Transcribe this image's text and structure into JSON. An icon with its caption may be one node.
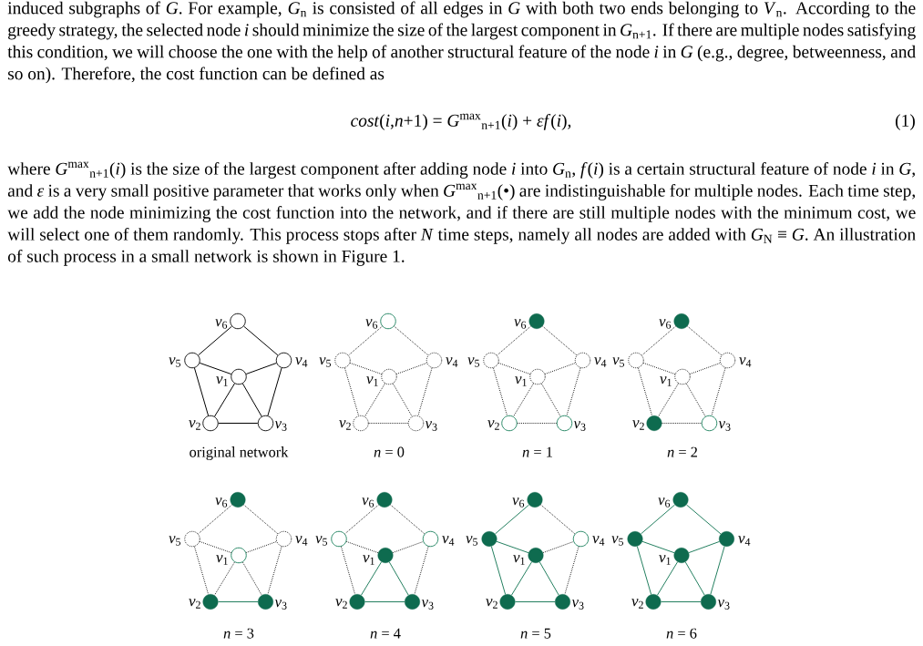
{
  "diagram": {
    "nodes": [
      {
        "text": [
          "*v*$_{6}$"
        ]
      },
      {
        "text": [
          "*v*$_{5}$"
        ]
      },
      {
        "text": [
          "*v*$_{4}$"
        ]
      },
      {
        "text": [
          "*v*$_{1}$"
        ]
      },
      {
        "text": [
          "*v*$_{2}$"
        ]
      },
      {
        "text": [
          "*v*$_{3}$"
        ]
      },
      {
        "text": [
          "*v*$_{6}$"
        ]
      },
      {
        "text": [
          "*v*$_{5}$"
        ]
      },
      {
        "text": [
          "*v*$_{4}$"
        ]
      },
      {
        "text": [
          "*v*$_{1}$"
        ]
      },
      {
        "text": [
          "*v*$_{2}$"
        ]
      },
      {
        "text": [
          "*v*$_{3}$"
        ]
      },
      {
        "text": [
          "*v*$_{6}$"
        ]
      },
      {
        "text": [
          "*v*$_{5}$"
        ]
      },
      {
        "text": [
          "*v*$_{4}$"
        ]
      },
      {
        "text": [
          "*v*$_{1}$"
        ]
      },
      {
        "text": [
          "*v*$_{2}$"
        ]
      },
      {
        "text": [
          "*v*$_{3}$"
        ]
      },
      {
        "text": [
          "*v*$_{6}$"
        ]
      },
      {
        "text": [
          "*v*$_{5}$"
        ]
      },
      {
        "text": [
          "*v*$_{4}$"
        ]
      },
      {
        "text": [
          "*v*$_{1}$"
        ]
      },
      {
        "text": [
          "*v*$_{2}$"
        ]
      },
      {
        "text": [
          "*v*$_{3}$"
        ]
      },
      {
        "text": [
          "*v*$_{6}$"
        ]
      },
      {
        "text": [
          "*v*$_{5}$"
        ]
      },
      {
        "text": [
          "*v*$_{4}$"
        ]
      },
      {
        "text": [
          "*v*$_{1}$"
        ]
      },
      {
        "text": [
          "*v*$_{2}$"
        ]
      },
      {
        "text": [
          "*v*$_{3}$"
        ]
      },
      {
        "text": [
          "*v*$_{6}$"
        ]
      },
      {
        "text": [
          "*v*$_{5}$"
        ]
      },
      {
        "text": [
          "*v*$_{4}$"
        ]
      },
      {
        "text": [
          "*v*$_{1}$"
        ]
      },
      {
        "text": [
          "*v*$_{2}$"
        ]
      },
      {
        "text": [
          "*v*$_{3}$"
        ]
      },
      {
        "text": [
          "*v*$_{6}$"
        ]
      },
      {
        "text": [
          "*v*$_{5}$"
        ]
      },
      {
        "text": [
          "*v*$_{4}$"
        ]
      },
      {
        "text": [
          "*v*$_{1}$"
        ]
      },
      {
        "text": [
          "*v*$_{2}$"
        ]
      },
      {
        "text": [
          "*v*$_{3}$"
        ]
      },
      {
        "text": [
          "*v*$_{6}$"
        ]
      },
      {
        "text": [
          "*v*$_{5}$"
        ]
      },
      {
        "text": [
          "*v*$_{4}$"
        ]
      },
      {
        "text": [
          "*v*$_{1}$"
        ]
      },
      {
        "text": [
          "*v*$_{2}$"
        ]
      },
      {
        "text": [
          "*v*$_{3}$"
        ]
      }
    ],
    "edges": [
      {
        "from": 0,
        "to": 1,
        "arrow": "none"
      },
      {
        "from": 0,
        "to": 2,
        "arrow": "none"
      },
      {
        "from": 1,
        "to": 3,
        "arrow": "none"
      },
      {
        "from": 3,
        "to": 2,
        "arrow": "none"
      },
      {
        "from": 1,
        "to": 4,
        "arrow": "none"
      },
      {
        "from": 2,
        "to": 5,
        "arrow": "none"
      },
      {
        "from": 3,
        "to": 4,
        "arrow": "none"
      },
      {
        "from": 3,
        "to": 5,
        "arrow": "none"
      },
      {
        "from": 4,
        "to": 5,
        "arrow": "none"
      },
      {
        "from": 6,
        "to": 7,
        "arrow": "none",
        "style": "dashed"
      },
      {
        "from": 6,
        "to": 8,
        "arrow": "none",
        "style": "dashed"
      },
      {
        "from": 7,
        "to": 9,
        "arrow": "none",
        "style": "dashed"
      },
      {
        "from": 9,
        "to": 8,
        "arrow": "none",
        "style": "dashed"
      },
      {
        "from": 7,
        "to": 10,
        "arrow": "none",
        "style": "dashed"
      },
      {
        "from": 8,
        "to": 11,
        "arrow": "none",
        "style": "dashed"
      },
      {
        "from": 9,
        "to": 10,
        "arrow": "none",
        "style": "dashed"
      },
      {
        "from": 9,
        "to": 11,
        "arrow": "none",
        "style": "dashed"
      },
      {
        "from": 10,
        "to": 11,
        "arrow": "none",
        "style": "dashed"
      },
      {
        "from": 12,
        "to": 13,
        "arrow": "none",
        "style": "dashed"
      },
      {
        "from": 12,
        "to": 14,
        "arrow": "none",
        "style": "dashed"
      },
      {
        "from": 13,
        "to": 15,
        "arrow": "none",
        "style": "dashed"
      },
      {
        "from": 15,
        "to": 14,
        "arrow": "none",
        "style": "dashed"
      },
      {
        "from": 13,
        "to": 16,
        "arrow": "none",
        "style": "dashed"
      },
      {
        "from": 14,
        "to": 17,
        "arrow": "none",
        "style": "dashed"
      },
      {
        "from": 15,
        "to": 16,
        "arrow": "none",
        "style": "dashed"
      },
      {
        "from": 15,
        "to": 17,
        "arrow": "none",
        "style": "dashed"
      },
      {
        "from": 16,
        "to": 17,
        "arrow": "none",
        "style": "dashed"
      },
      {
        "from": 18,
        "to": 19,
        "arrow": "none",
        "style": "dashed"
      },
      {
        "from": 18,
        "to": 20,
        "arrow": "none",
        "style": "dashed"
      },
      {
        "from": 19,
        "to": 21,
        "arrow": "none",
        "style": "dashed"
      },
      {
        "from": 21,
        "to": 20,
        "arrow": "none",
        "style": "dashed"
      },
      {
        "from": 19,
        "to": 22,
        "arrow": "none",
        "style": "dashed"
      },
      {
        "from": 20,
        "to": 23,
        "arrow": "none",
        "style": "dashed"
      },
      {
        "from": 21,
        "to": 22,
        "arrow": "none",
        "style": "dashed"
      },
      {
        "from": 21,
        "to": 23,
        "arrow": "none",
        "style": "dashed"
      },
      {
        "from": 22,
        "to": 23,
        "arrow": "none",
        "style": "dashed"
      },
      {
        "from": 24,
        "to": 25,
        "arrow": "none",
        "style": "dashed"
      },
      {
        "from": 24,
        "to": 26,
        "arrow": "none",
        "style": "dashed"
      },
      {
        "from": 25,
        "to": 27,
        "arrow": "none",
        "style": "dashed"
      },
      {
        "from": 27,
        "to": 26,
        "arrow": "none",
        "style": "dashed"
      },
      {
        "from": 25,
        "to": 28,
        "arrow": "none",
        "style": "dashed"
      },
      {
        "from": 26,
        "to": 29,
        "arrow": "none",
        "style": "dashed"
      },
      {
        "from": 27,
        "to": 28,
        "arrow": "none",
        "style": "dashed"
      },
      {
        "from": 27,
        "to": 29,
        "arrow": "none",
        "style": "dashed"
      },
      {
        "from": 28,
        "to": 29,
        "arrow": "none",
        "color": "#23805f"
      },
      {
        "from": 30,
        "to": 31,
        "arrow": "none",
        "style": "dashed"
      },
      {
        "from": 30,
        "to": 32,
        "arrow": "none",
        "style": "dashed"
      },
      {
        "from": 31,
        "to": 33,
        "arrow": "none",
        "style": "dashed"
      },
      {
        "from": 33,
        "to": 32,
        "arrow": "none",
        "style": "dashed"
      },
      {
        "from": 31,
        "to": 34,
        "arrow": "none",
        "style": "dashed"
      },
      {
        "from": 32,
        "to": 35,
        "arrow": "none",
        "style": "dashed"
      },
      {
        "from": 33,
        "to": 34,
        "arrow": "none",
        "color": "#23805f"
      },
      {
        "from": 33,
        "to": 35,
        "arrow": "none",
        "color": "#23805f"
      },
      {
        "from": 34,
        "to": 35,
        "arrow": "none",
        "color": "#23805f"
      },
      {
        "from": 36,
        "to": 37,
        "arrow": "none",
        "color": "#23805f"
      },
      {
        "from": 36,
        "to": 38,
        "arrow": "none",
        "style": "dashed"
      },
      {
        "from": 37,
        "to": 39,
        "arrow": "none",
        "color": "#23805f"
      },
      {
        "from": 39,
        "to": 38,
        "arrow": "none",
        "style": "dashed"
      },
      {
        "from": 37,
        "to": 40,
        "arrow": "none",
        "color": "#23805f"
      },
      {
        "from": 38,
        "to": 41,
        "arrow": "none",
        "style": "dashed"
      },
      {
        "from": 39,
        "to": 40,
        "arrow": "none",
        "color": "#23805f"
      },
      {
        "from": 39,
        "to": 41,
        "arrow": "none",
        "color": "#23805f"
      },
      {
        "from": 40,
        "to": 41,
        "arrow": "none",
        "color": "#23805f"
      },
      {
        "from": 42,
        "to": 43,
        "arrow": "none",
        "color": "#23805f"
      },
      {
        "from": 42,
        "to": 44,
        "arrow": "none",
        "color": "#23805f"
      },
      {
        "from": 43,
        "to": 45,
        "arrow": "none",
        "color": "#23805f"
      },
      {
        "from": 45,
        "to": 44,
        "arrow": "none",
        "color": "#23805f"
      },
      {
        "from": 43,
        "to": 46,
        "arrow": "none",
        "color": "#23805f"
      },
      {
        "from": 44,
        "to": 47,
        "arrow": "none",
        "color": "#23805f"
      },
      {
        "from": 45,
        "to": 46,
        "arrow": "none",
        "color": "#23805f"
      },
      {
        "from": 45,
        "to": 47,
        "arrow": "none",
        "color": "#23805f"
      },
      {
        "from": 46,
        "to": 47,
        "arrow": "none",
        "color": "#23805f"
      }
    ],
    "labels": [
      "induced subgraphs of *G*. For example, *G*$_{n}$ is consisted of all edges in *G* with both two ends belonging to *V*$_{n}$. According to the greedy strategy, the selected node *i* should minimize the size of the largest component in *G*$_{n+1}$. If there are multiple nodes satisfying this condition, we will choose the one with the help of another structural feature of the node *i* in *G* (e.g., degree, betweenness, and so on). Therefore, the cost function can be defined as",
      "*cost*(*i*,*n*+1) = *G*$^{max}$$_{n+1}$(*i*) + *εf*(*i*),",
      "(1)",
      "where *G*$^{max}$$_{n+1}$(*i*) is the size of the largest component after adding node *i* into *G*$_{n}$, *f*(*i*) is a certain structural feature of node *i* in *G*, and *ε* is a very small positive parameter that works only when *G*$^{max}$$_{n+1}$(•) are indistinguishable for multiple nodes. Each time step, we add the node minimizing the cost function into the network, and if there are still multiple nodes with the minimum cost, we will select one of them randomly. This process stops after *N* time steps, namely all nodes are added with *G*$_{N}$ ≡ *G*. An illustration of such process in a small network is shown in Figure 1.",
      "original network",
      "*n* = 0",
      "*n* = 1",
      "*n* = 2",
      "*n* = 3",
      "*n* = 4",
      "*n* = 5",
      "*n* = 6"
    ]
  }
}
